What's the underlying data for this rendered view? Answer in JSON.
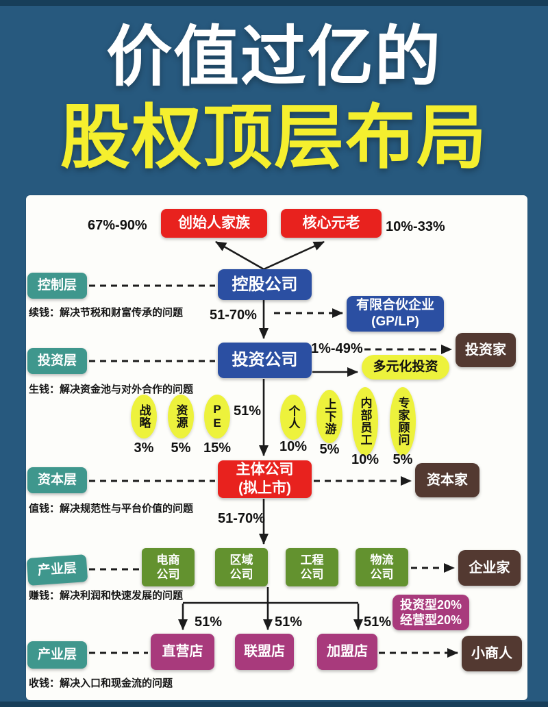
{
  "title": {
    "line1": "价值过亿的",
    "line2": "股权顶层布局"
  },
  "palette": {
    "background": "#27597e",
    "panel": "#fdfdfa",
    "title_white": "#ffffff",
    "title_yellow": "#f5ef2e",
    "red": "#e8221e",
    "blue": "#2b4fa2",
    "teal": "#3f978d",
    "brown": "#533931",
    "green": "#63922f",
    "magenta": "#a83a7c",
    "yellow": "#edf23c",
    "line": "#1b1b1b"
  },
  "top": {
    "left_pct": "67%-90%",
    "founder": "创始人家族",
    "core": "核心元老",
    "right_pct": "10%-33%"
  },
  "control": {
    "layer": "控制层",
    "company": "控股公司",
    "caption": "续钱：解决节税和财富传承的问题",
    "down_pct": "51-70%",
    "partner1": "有限合伙企业",
    "partner2": "(GP/LP)"
  },
  "invest": {
    "layer": "投资层",
    "company": "投资公司",
    "caption": "生钱：解决资金池与对外合作的问题",
    "right_pct": "1%-49%",
    "persona": "投资家",
    "diversify": "多元化投资",
    "down_pct": "51%"
  },
  "shareholders": [
    {
      "label": "战略",
      "pct": "3%"
    },
    {
      "label": "资源",
      "pct": "5%"
    },
    {
      "label": "PE",
      "pct": "15%"
    },
    {
      "label": "个人",
      "pct": "10%"
    },
    {
      "label": "上下游",
      "pct": "5%"
    },
    {
      "label": "内部员工",
      "pct": "10%"
    },
    {
      "label": "专家顾问",
      "pct": "5%"
    }
  ],
  "capital": {
    "layer": "资本层",
    "company1": "主体公司",
    "company2": "(拟上市)",
    "caption": "值钱：解决规范性与平台价值的问题",
    "down_pct": "51-70%",
    "persona": "资本家"
  },
  "industry": {
    "layer": "产业层",
    "caption": "赚钱：解决利润和快速发展的问题",
    "companies": [
      "电商公司",
      "区域公司",
      "工程公司",
      "物流公司"
    ],
    "persona": "企业家"
  },
  "stores": {
    "layer": "产业层",
    "caption": "收钱：解决入口和现金流的问题",
    "items": [
      {
        "name": "直营店",
        "pct": "51%"
      },
      {
        "name": "联盟店",
        "pct": "51%"
      },
      {
        "name": "加盟店",
        "pct": "51%"
      }
    ],
    "note1": "投资型20%",
    "note2": "经营型20%",
    "persona": "小商人"
  }
}
